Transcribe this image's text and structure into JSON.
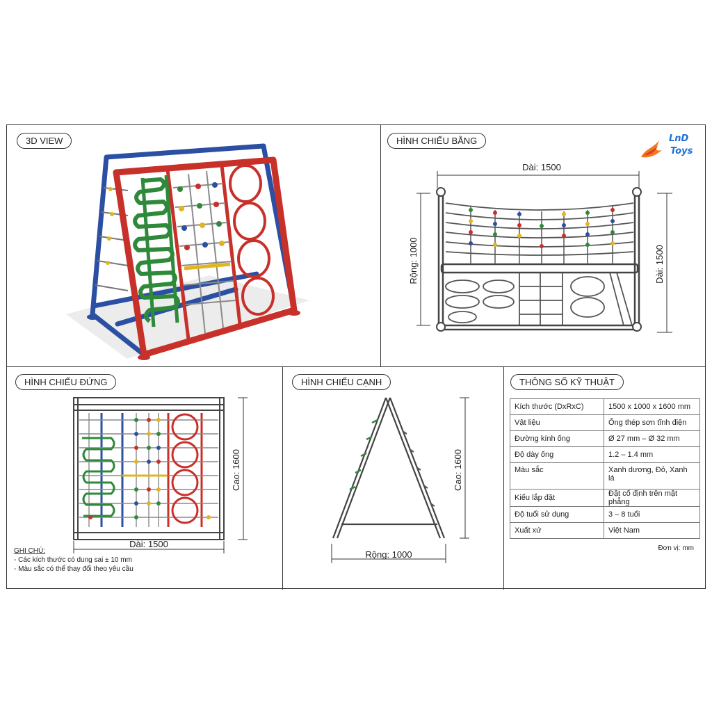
{
  "brand": {
    "line1": "LnD",
    "line2": "Toys"
  },
  "panels": {
    "view3d": {
      "title": "3D VIEW"
    },
    "top": {
      "title": "HÌNH CHIẾU BẰNG",
      "dim_length": "Dài: 1500",
      "dim_width": "Rộng: 1000",
      "dim_height": "Dài: 1500"
    },
    "front": {
      "title": "HÌNH CHIẾU ĐỨNG",
      "dim_length": "Dài: 1500",
      "dim_height": "Cao: 1600"
    },
    "side": {
      "title": "HÌNH CHIẾU CẠNH",
      "dim_width": "Rộng: 1000",
      "dim_height": "Cao: 1600"
    },
    "specs": {
      "title": "THÔNG SỐ KỸ THUẬT",
      "rows": [
        {
          "label": "Kích thước (DxRxC)",
          "value": "1500 x 1000 x 1600 mm"
        },
        {
          "label": "Vật liệu",
          "value": "Ống thép sơn tĩnh điện"
        },
        {
          "label": "Đường kính ống",
          "value": "Ø 27 mm – Ø 32 mm"
        },
        {
          "label": "Độ dày ống",
          "value": "1.2 – 1.4 mm"
        },
        {
          "label": "Màu sắc",
          "value": "Xanh dương, Đỏ, Xanh lá"
        },
        {
          "label": "Kiểu lắp đặt",
          "value": "Đặt cố định trên mặt phẳng"
        },
        {
          "label": "Độ tuổi sử dụng",
          "value": "3 – 8 tuổi"
        },
        {
          "label": "Xuất xứ",
          "value": "Việt Nam"
        }
      ],
      "unit": "Đơn vị: mm"
    }
  },
  "notes": {
    "heading": "GHI CHÚ:",
    "items": [
      "- Các kích thước có dung sai ± 10 mm",
      "- Màu sắc có thể thay đổi theo yêu cầu"
    ]
  },
  "colors": {
    "blue": "#2b4fa3",
    "red": "#c8302a",
    "green": "#2e8a3a",
    "yellow": "#e2b51c",
    "line": "#333333"
  }
}
